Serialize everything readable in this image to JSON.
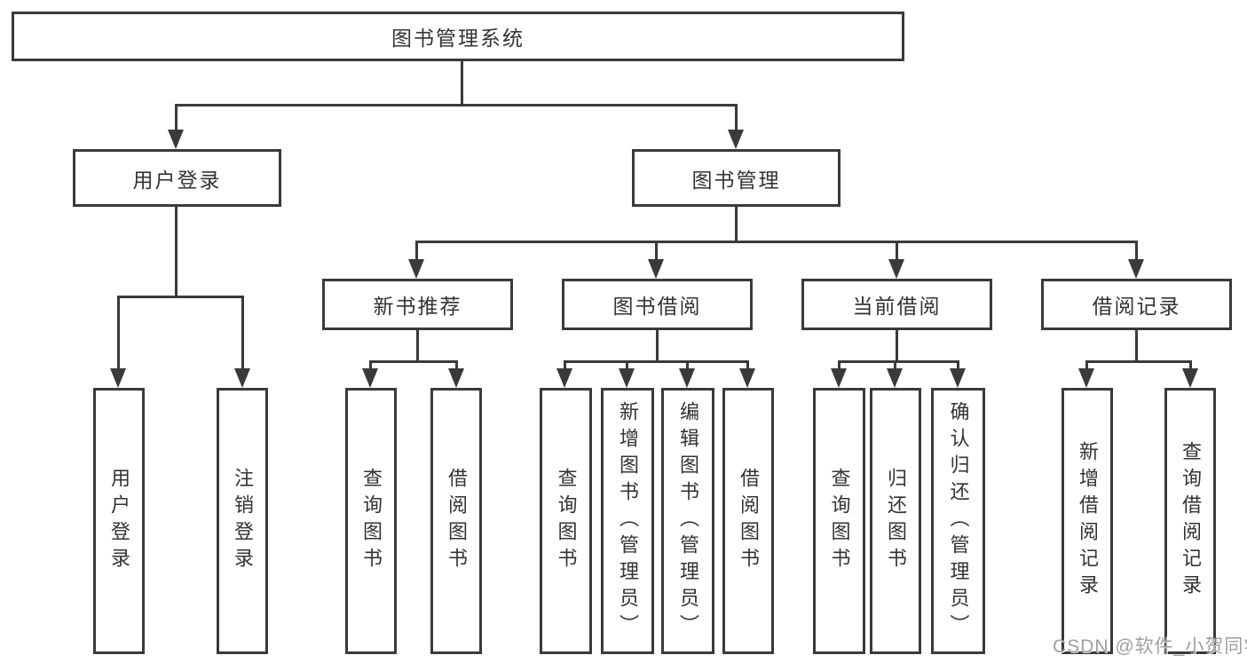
{
  "colors": {
    "line": "#3a3a3a",
    "text": "#333333",
    "background": "#ffffff",
    "watermark": "#9f9f9f"
  },
  "tree": {
    "label": "图书管理系统",
    "children": [
      {
        "label": "用户登录",
        "children": [
          {
            "label": "用户登录"
          },
          {
            "label": "注销登录"
          }
        ]
      },
      {
        "label": "图书管理",
        "children": [
          {
            "label": "新书推荐",
            "children": [
              {
                "label": "查询图书"
              },
              {
                "label": "借阅图书"
              }
            ]
          },
          {
            "label": "图书借阅",
            "children": [
              {
                "label": "查询图书"
              },
              {
                "label": "新增图书（管理员）"
              },
              {
                "label": "编辑图书（管理员）"
              },
              {
                "label": "借阅图书"
              }
            ]
          },
          {
            "label": "当前借阅",
            "children": [
              {
                "label": "查询图书"
              },
              {
                "label": "归还图书"
              },
              {
                "label": "确认归还（管理员）"
              }
            ]
          },
          {
            "label": "借阅记录",
            "children": [
              {
                "label": "新增借阅记录"
              },
              {
                "label": "查询借阅记录"
              }
            ]
          }
        ]
      }
    ]
  },
  "watermark": {
    "text": "CSDN @软件_小贺同学"
  }
}
